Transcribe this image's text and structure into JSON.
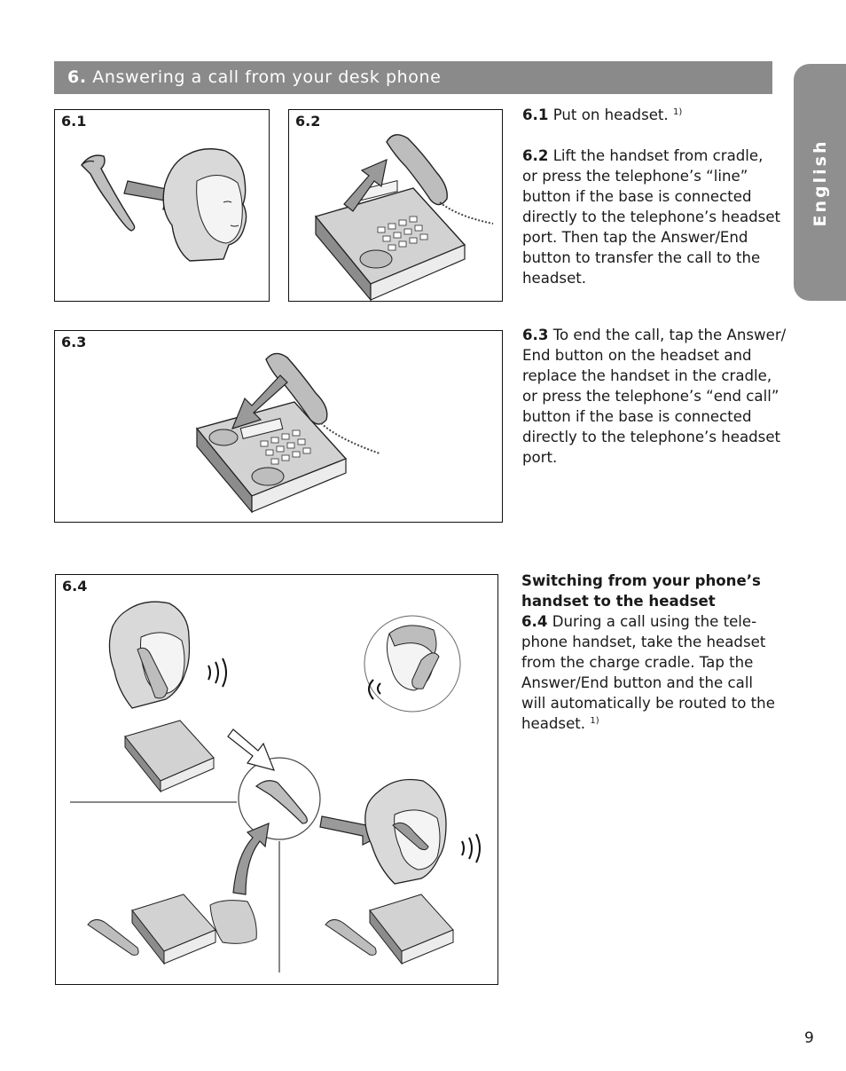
{
  "header": {
    "number": "6.",
    "title": "Answering a call from your desk phone"
  },
  "side_tab": {
    "label": "English"
  },
  "figures": {
    "f61": {
      "label": "6.1"
    },
    "f62": {
      "label": "6.2"
    },
    "f63": {
      "label": "6.3"
    },
    "f64": {
      "label": "6.4"
    }
  },
  "steps": {
    "s61": {
      "num": "6.1",
      "text": "Put on headset.",
      "note": "1)"
    },
    "s62": {
      "num": "6.2",
      "lines": [
        "Lift the handset from cradle,",
        "or press the telephone’s “line”",
        "button if the base is connected",
        "directly to the telephone’s headset",
        "port. Then tap the Answer/End",
        "button to transfer the call to the",
        "headset."
      ]
    },
    "s63": {
      "num": "6.3",
      "lines": [
        "To end the call, tap the Answer/",
        "End button on the headset and",
        "replace the handset in the cradle,",
        "or press the telephone’s “end call”",
        "button if the base is connected",
        "directly to the telephone’s headset",
        "port."
      ]
    },
    "s64": {
      "heading_lines": [
        "Switching from your phone’s",
        "handset to the headset"
      ],
      "num": "6.4",
      "lines": [
        "During a call using the tele-",
        "phone handset, take the headset",
        "from the charge cradle. Tap the",
        "Answer/End button and the call",
        "will automatically be routed to the",
        "headset."
      ],
      "note": "1)"
    }
  },
  "page_number": "9"
}
